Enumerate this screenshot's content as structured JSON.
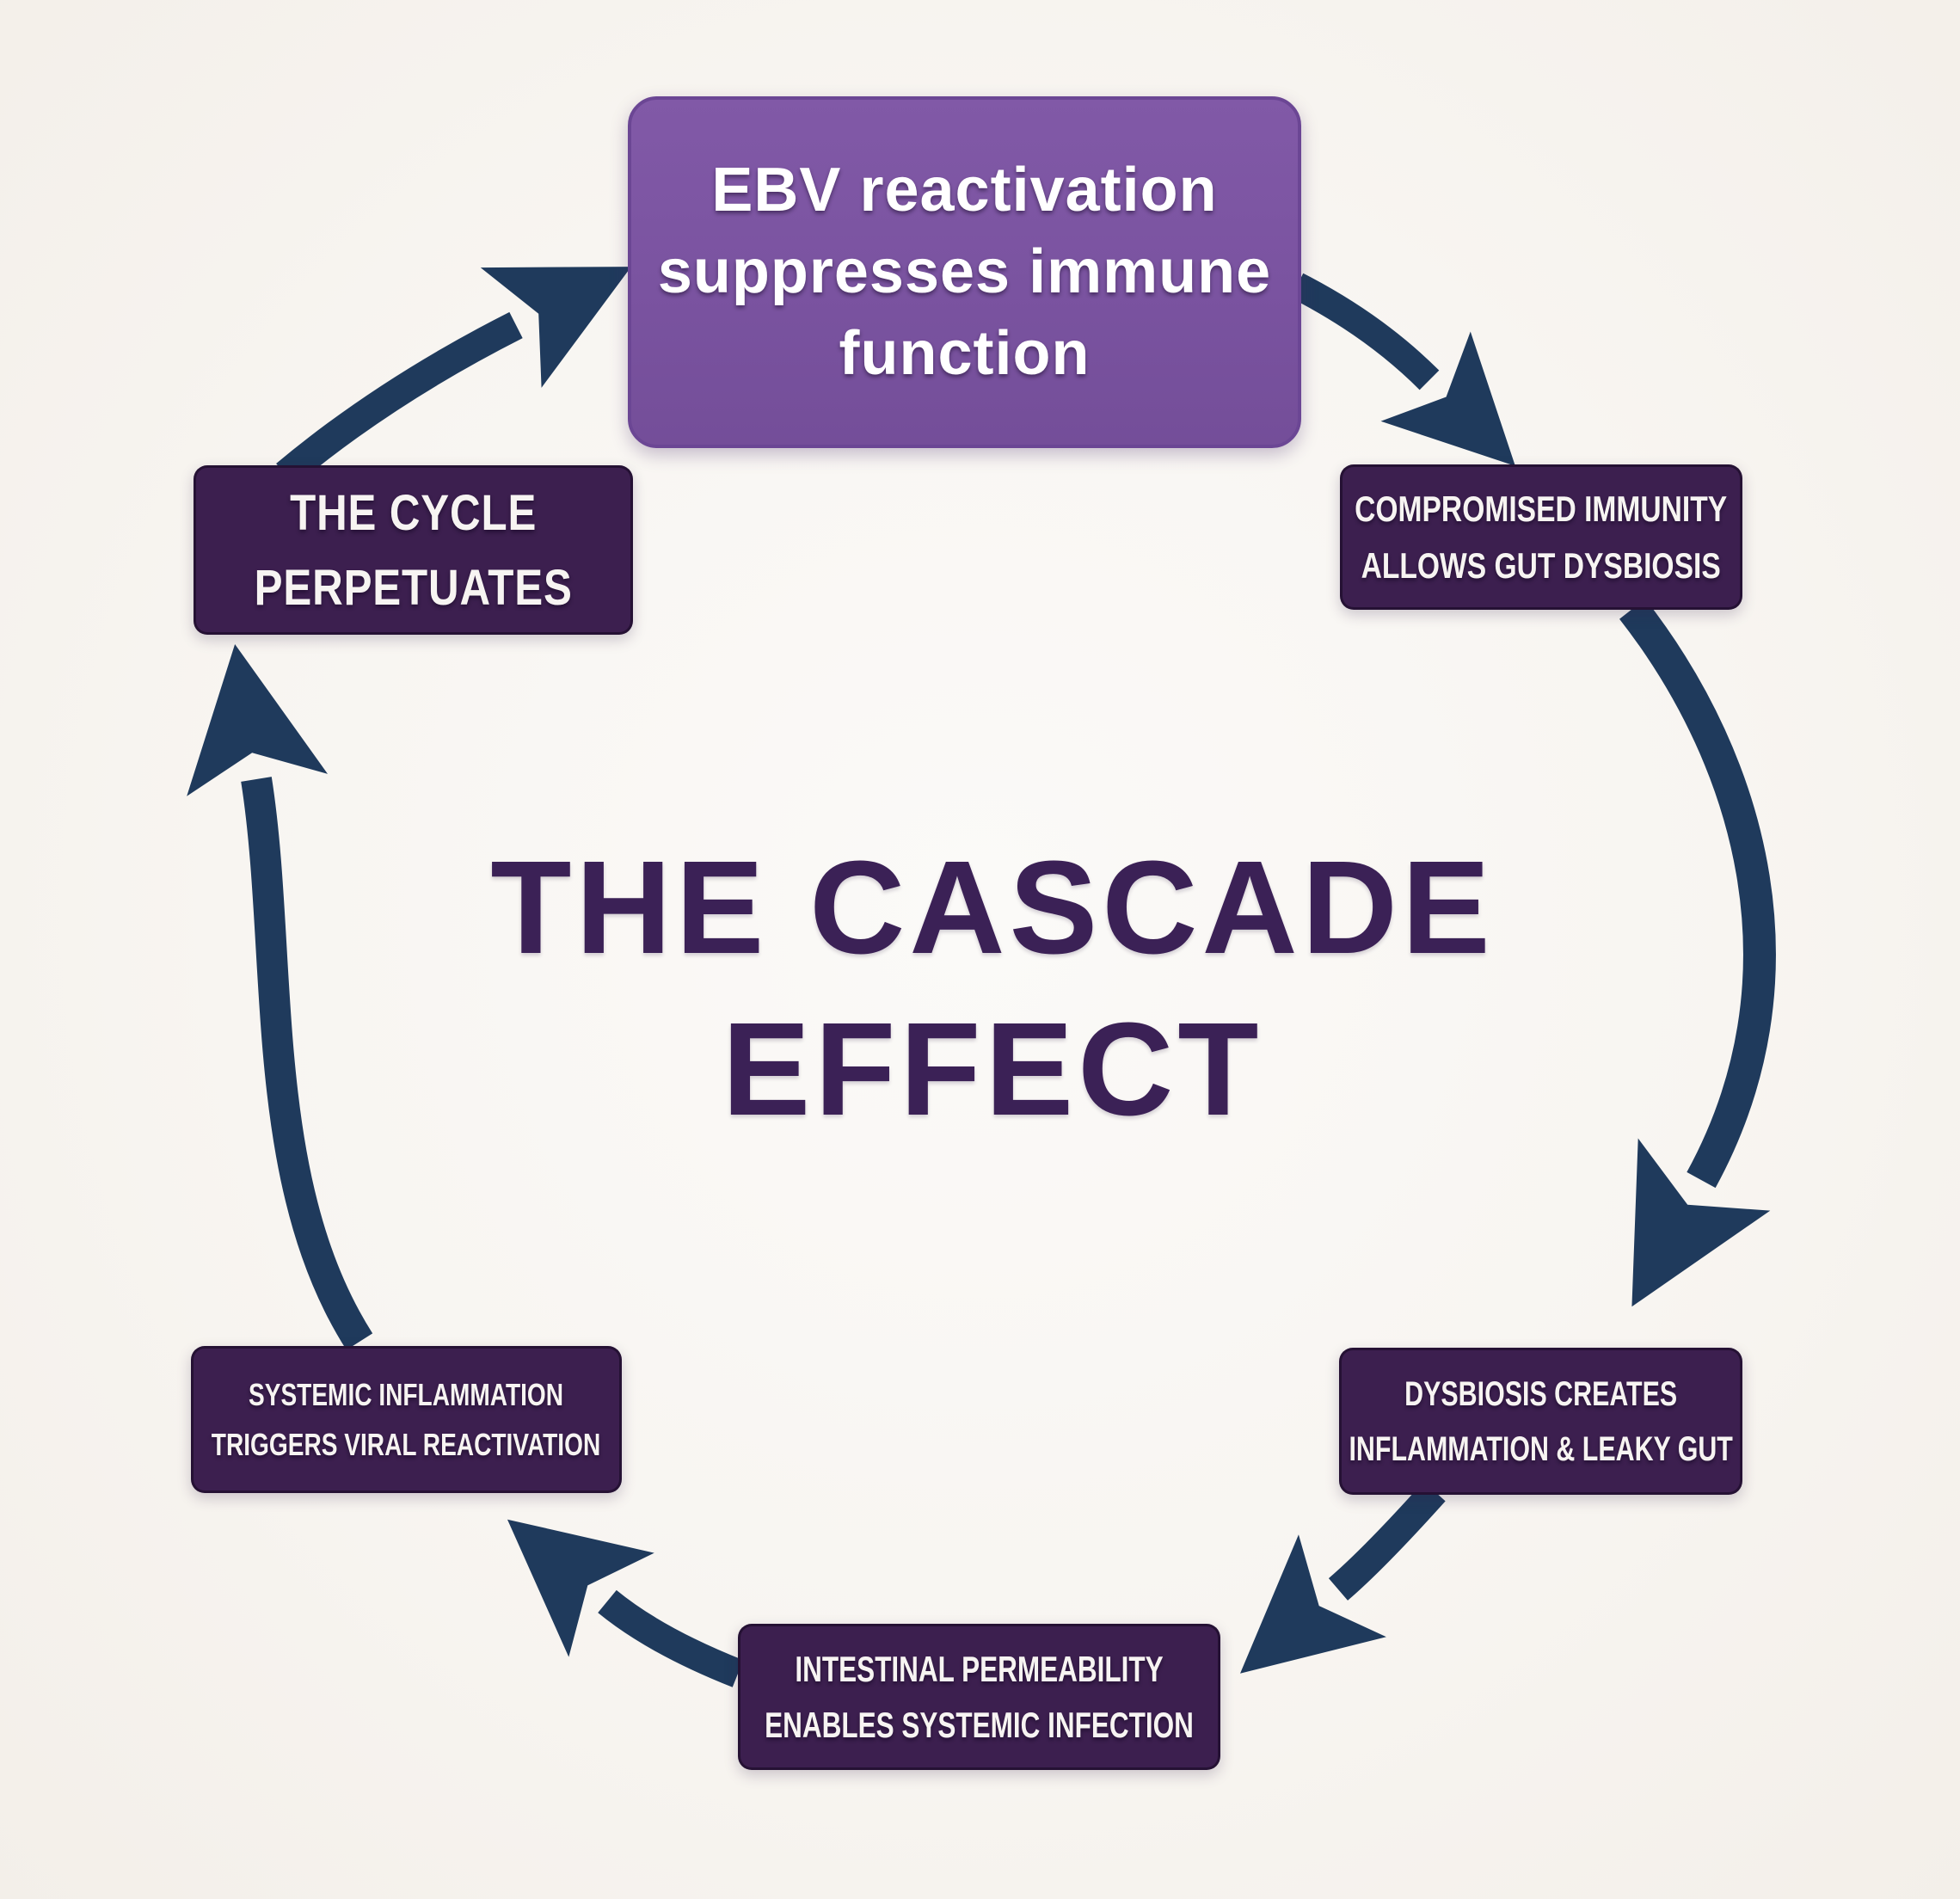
{
  "title": {
    "line1": "THE CASCADE",
    "line2": "EFFECT"
  },
  "nodes": {
    "ebv": {
      "lines": [
        "EBV reactivation",
        "suppresses immune",
        "function"
      ]
    },
    "compromised": {
      "lines": [
        "COMPROMISED IMMUNITY",
        "ALLOWS GUT DYSBIOSIS"
      ]
    },
    "dysbiosis": {
      "lines": [
        "DYSBIOSIS CREATES",
        "INFLAMMATION & LEAKY GUT"
      ]
    },
    "intestinal": {
      "lines": [
        "INTESTINAL PERMEABILITY",
        "ENABLES SYSTEMIC INFECTION"
      ]
    },
    "systemic": {
      "lines": [
        "SYSTEMIC INFLAMMATION",
        "TRIGGERS VIRAL REACTIVATION"
      ]
    },
    "cycle": {
      "lines": [
        "THE CYCLE",
        "PERPETUATES"
      ]
    }
  },
  "colors": {
    "background": "#f8f5f1",
    "node_highlight": "#7c55a2",
    "node_dark": "#3c1f4f",
    "node_text": "#ffffff",
    "title_text": "#3b2156",
    "arrow": "#1f3a5c"
  }
}
